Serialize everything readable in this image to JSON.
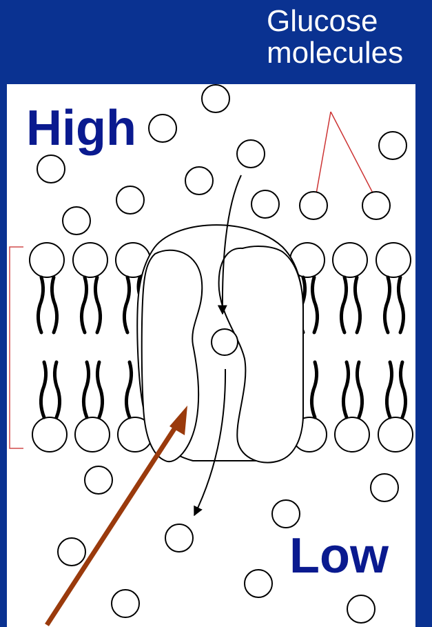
{
  "labels": {
    "glucose_line1": "Glucose",
    "glucose_line2": "molecules",
    "high": "High",
    "low": "Low"
  },
  "colors": {
    "background": "#0a3291",
    "panel": "#ffffff",
    "gradient_text": "#0a1a8f",
    "pointer_lines": "#cc3333",
    "membrane_bracket": "#d04a4a",
    "protein_arrow": "#9a3a0c",
    "outline": "#000000"
  },
  "icons": {
    "molecule": "circle-outline",
    "phospholipid": "circle-head-with-wavy-tails",
    "channel_protein": "kidney-shaped-pair",
    "transport_path": "curved-arrow-down"
  }
}
